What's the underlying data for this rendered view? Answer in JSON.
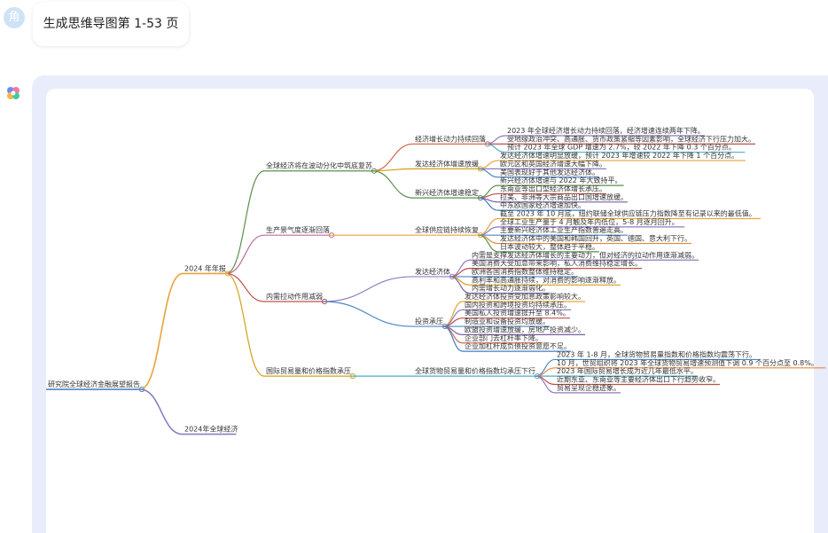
{
  "chat": {
    "avatar_char": "角",
    "prompt": "生成思维导图第 1-53 页"
  },
  "mindmap": {
    "root": "研究院全球经济金融展望报告",
    "branches": [
      {
        "label": "2024 年年报",
        "color": "#e8a33c",
        "children": [
          {
            "label": "全球经济将在波动分化中筑底复苏",
            "color": "#5b8f4e",
            "children": [
              {
                "label": "经济增长动力持续回落",
                "color": "#d46a4a",
                "children": [
                  {
                    "label": "2023 年全球经济增长动力持续回落，经济增速连续两年下降。",
                    "color": "#8e7cc3"
                  },
                  {
                    "label": "受地缘政治冲突、高通胀、货币政策紧缩等因素影响，全球经济下行压力加大。",
                    "color": "#c0504d"
                  },
                  {
                    "label": "预计 2023 年全球 GDP 增速为 2.7%，较 2022 年下降 0.3 个百分点。",
                    "color": "#4bacc6"
                  }
                ]
              },
              {
                "label": "发达经济体增速放缓",
                "color": "#d4a017",
                "children": [
                  {
                    "label": "发达经济体增速明显放缓，预计 2023 年增速较 2022 年下降 1 个百分点。",
                    "color": "#e8a33c"
                  },
                  {
                    "label": "欧元区和英国经济增速大幅下降。",
                    "color": "#8e7cc3"
                  },
                  {
                    "label": "美国表现好于其他发达经济体。",
                    "color": "#4a86c5"
                  }
                ]
              },
              {
                "label": "新兴经济体增速稳定",
                "color": "#5b8f4e",
                "children": [
                  {
                    "label": "新兴经济体增速与 2022 年大致持平。",
                    "color": "#5b8f4e"
                  },
                  {
                    "label": "东南亚等出口型经济体增长承压。",
                    "color": "#c0504d"
                  },
                  {
                    "label": "拉美、非洲等大宗商品出口国增速放缓。",
                    "color": "#7b5ea7"
                  },
                  {
                    "label": "中东欧国家经济增速加快。",
                    "color": "#3c7dc4"
                  }
                ]
              }
            ]
          },
          {
            "label": "生产景气度逐渐回落",
            "color": "#c26e9a",
            "children": [
              {
                "label": "全球供应链持续恢复",
                "color": "#e8a33c",
                "children": [
                  {
                    "label": "截至 2023 年 10 月底，纽约联储全球供应链压力指数降至有记录以来的最低值。",
                    "color": "#e8a33c"
                  },
                  {
                    "label": "全球工业生产量于 4 月触及年内低位，5-8 月逐月回升。",
                    "color": "#8e7cc3"
                  },
                  {
                    "label": "主要新兴经济体工业生产指数普遍走高。",
                    "color": "#4a86c5"
                  },
                  {
                    "label": "发达经济体中的美国和韩国回升，英国、德国、意大利下行。",
                    "color": "#e08a3c"
                  },
                  {
                    "label": "日本波动较大，整体趋于平稳。",
                    "color": "#5b8f4e"
                  }
                ]
              }
            ]
          },
          {
            "label": "内需拉动作用减弱",
            "color": "#c0504d",
            "children": [
              {
                "label": "发达经济体",
                "color": "#8e7cc3",
                "children": [
                  {
                    "label": "内需是支撑发达经济体增长的主要动力，但对经济的拉动作用逐渐减弱。",
                    "color": "#8e7cc3"
                  },
                  {
                    "label": "美国消费大受加息带来影响，私人消费维持稳定增长。",
                    "color": "#c0504d"
                  },
                  {
                    "label": "欧洲各国消费指数整体维持稳定。",
                    "color": "#4a86c5"
                  },
                  {
                    "label": "高利率和高通胀持续，对消费的影响逐渐释放。",
                    "color": "#d4a017"
                  },
                  {
                    "label": "内需增长动力逐渐弱化。",
                    "color": "#7b5ea7"
                  }
                ]
              },
              {
                "label": "投资承压",
                "color": "#4a86c5",
                "children": [
                  {
                    "label": "发达经济体投资受加息政策影响较大。",
                    "color": "#e8a33c"
                  },
                  {
                    "label": "国内投资和跨境投资均持续承压。",
                    "color": "#8e7cc3"
                  },
                  {
                    "label": "美国私人投资增速提升至 8.4%。",
                    "color": "#c0504d"
                  },
                  {
                    "label": "制造业和设备投资均放缓。",
                    "color": "#4a86c5"
                  },
                  {
                    "label": "欧盟投资增速放缓，房地产投资减少。",
                    "color": "#7b5ea7"
                  },
                  {
                    "label": "企业部门去杠杆率下降。",
                    "color": "#d46a4a"
                  },
                  {
                    "label": "企业加杠杆成负债投资意愿不足。",
                    "color": "#3c7dc4"
                  }
                ]
              }
            ]
          },
          {
            "label": "国际贸易量和价格指数承压",
            "color": "#d4a017",
            "children": [
              {
                "label": "全球货物贸易量和价格指数均承压下行",
                "color": "#4bacc6",
                "children": [
                  {
                    "label": "2023 年 1-8 月，全球货物贸易量指数和价格指数均震荡下行。",
                    "color": "#4a86c5"
                  },
                  {
                    "label": "10 月，世贸组织将 2023 年全球货物贸易增速预测值下调 0.9 个百分点至 0.8%。",
                    "color": "#e08a3c"
                  },
                  {
                    "label": "2023 年国际贸易增长成为近几年最低水平。",
                    "color": "#4bacc6"
                  },
                  {
                    "label": "近期东亚、东南亚等主要经济体出口下行趋势收窄。",
                    "color": "#c0504d"
                  },
                  {
                    "label": "贸易呈现企稳迹象。",
                    "color": "#8e7cc3"
                  }
                ]
              }
            ]
          }
        ]
      },
      {
        "label": "2024年全球经济",
        "color": "#8e7cc3",
        "children": []
      }
    ]
  }
}
